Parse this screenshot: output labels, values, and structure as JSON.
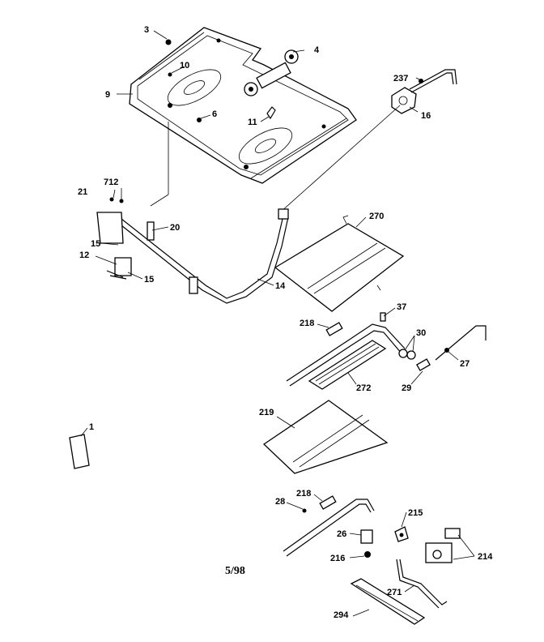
{
  "diagram": {
    "date_code": "5/98",
    "callouts": [
      {
        "id": "c3",
        "label": "3"
      },
      {
        "id": "c4",
        "label": "4"
      },
      {
        "id": "c10",
        "label": "10"
      },
      {
        "id": "c9",
        "label": "9"
      },
      {
        "id": "c6",
        "label": "6"
      },
      {
        "id": "c11",
        "label": "11"
      },
      {
        "id": "c237",
        "label": "237"
      },
      {
        "id": "c16",
        "label": "16"
      },
      {
        "id": "c712",
        "label": "712"
      },
      {
        "id": "c21",
        "label": "21"
      },
      {
        "id": "c20",
        "label": "20"
      },
      {
        "id": "c270",
        "label": "270"
      },
      {
        "id": "c15a",
        "label": "15"
      },
      {
        "id": "c12",
        "label": "12"
      },
      {
        "id": "c15b",
        "label": "15"
      },
      {
        "id": "c14",
        "label": "14"
      },
      {
        "id": "c37",
        "label": "37"
      },
      {
        "id": "c218a",
        "label": "218"
      },
      {
        "id": "c30",
        "label": "30"
      },
      {
        "id": "c27",
        "label": "27"
      },
      {
        "id": "c272",
        "label": "272"
      },
      {
        "id": "c29",
        "label": "29"
      },
      {
        "id": "c1",
        "label": "1"
      },
      {
        "id": "c219",
        "label": "219"
      },
      {
        "id": "c218b",
        "label": "218"
      },
      {
        "id": "c28",
        "label": "28"
      },
      {
        "id": "c215",
        "label": "215"
      },
      {
        "id": "c26",
        "label": "26"
      },
      {
        "id": "c214",
        "label": "214"
      },
      {
        "id": "c216",
        "label": "216"
      },
      {
        "id": "c271",
        "label": "271"
      },
      {
        "id": "c294",
        "label": "294"
      }
    ]
  }
}
